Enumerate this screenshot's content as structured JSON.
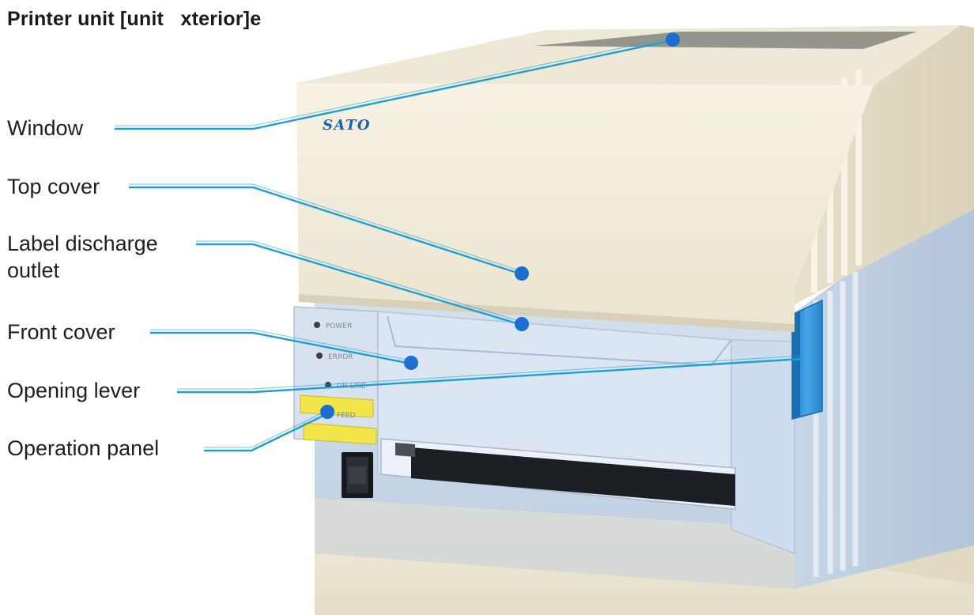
{
  "title": "Printer unit [unit   xterior]e",
  "brand": "SATO",
  "callouts": [
    {
      "label": "Window"
    },
    {
      "label": "Top cover"
    },
    {
      "label": "Label discharge\noutlet"
    },
    {
      "label": "Front cover"
    },
    {
      "label": "Opening lever"
    },
    {
      "label": "Operation panel"
    }
  ],
  "panel": {
    "power": "POWER",
    "error": "ERROR",
    "online": "ON LINE",
    "feed": "FEED"
  },
  "colors": {
    "callout_line": "#1e9fd6",
    "callout_dot": "#1a6fd0",
    "cover_cream": "#f0ead6",
    "body_blue": "#c8d7e8",
    "lever_blue": "#2f8fd4",
    "panel_button_yellow": "#f2e54a",
    "brand_blue": "#1b63b5"
  }
}
